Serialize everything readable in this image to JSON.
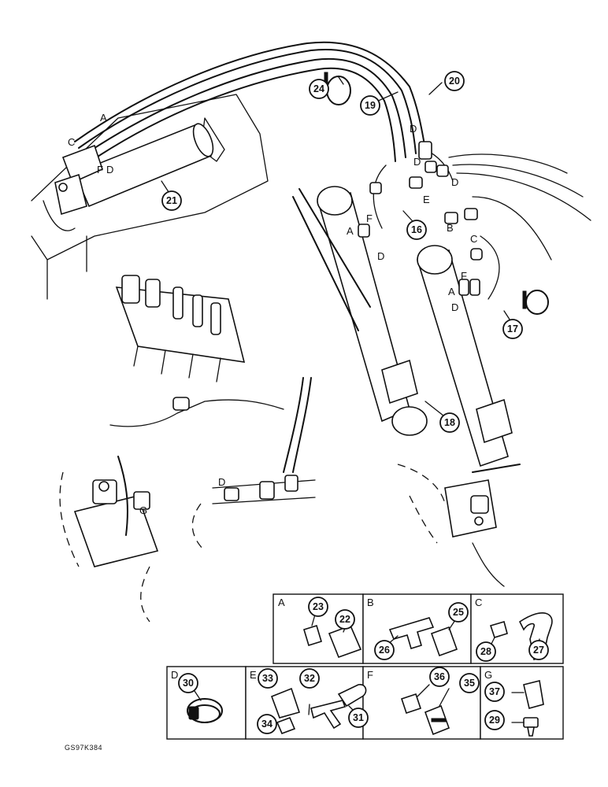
{
  "figure": {
    "reference_code": "GS97K384"
  },
  "callouts": {
    "c17": "17",
    "c16": "16",
    "c18": "18",
    "c19": "19",
    "c20": "20",
    "c21": "21",
    "c22": "22",
    "c23": "23",
    "c24": "24",
    "c25": "25",
    "c26": "26",
    "c27": "27",
    "c28": "28",
    "c29": "29",
    "c30": "30",
    "c31": "31",
    "c32": "32",
    "c33": "33",
    "c34": "34",
    "c35": "35",
    "c36": "36",
    "c37": "37"
  },
  "letters": {
    "A": "A",
    "B": "B",
    "C": "C",
    "D": "D",
    "E": "E",
    "F": "F",
    "G": "G"
  },
  "detail_panels": [
    {
      "id": "A",
      "label": "A"
    },
    {
      "id": "B",
      "label": "B"
    },
    {
      "id": "C",
      "label": "C"
    },
    {
      "id": "D",
      "label": "D"
    },
    {
      "id": "E",
      "label": "E"
    },
    {
      "id": "F",
      "label": "F"
    },
    {
      "id": "G",
      "label": "G"
    }
  ]
}
